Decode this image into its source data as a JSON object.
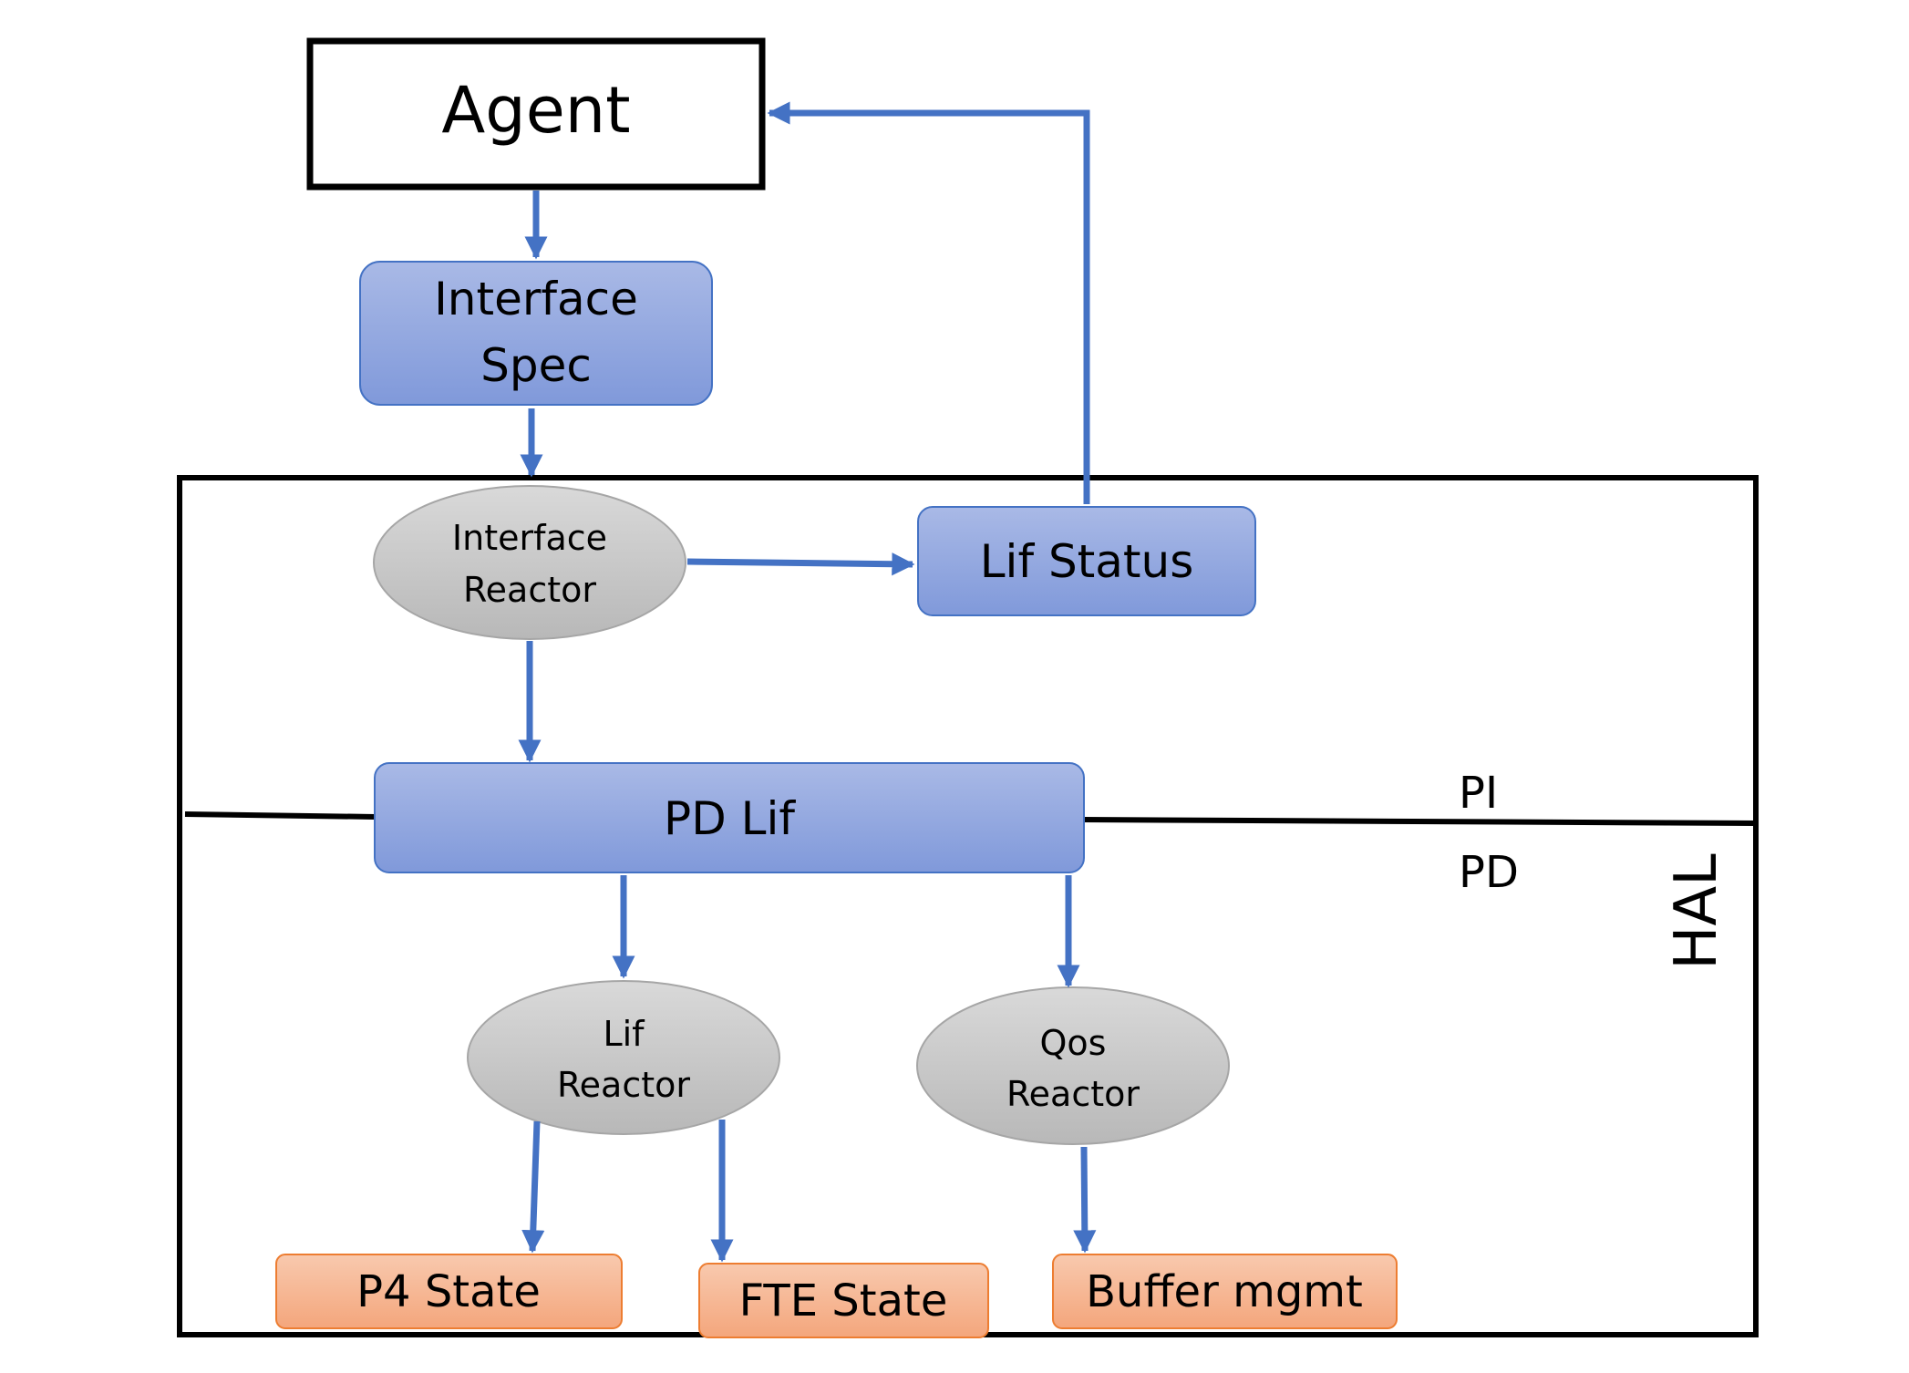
{
  "nodes": {
    "agent": {
      "label": "Agent"
    },
    "interface_spec": {
      "line1": "Interface",
      "line2": "Spec"
    },
    "interface_reactor": {
      "line1": "Interface",
      "line2": "Reactor"
    },
    "lif_status": {
      "label": "Lif Status"
    },
    "pd_lif": {
      "label": "PD Lif"
    },
    "lif_reactor": {
      "line1": "Lif",
      "line2": "Reactor"
    },
    "qos_reactor": {
      "line1": "Qos",
      "line2": "Reactor"
    },
    "p4_state": {
      "label": "P4 State"
    },
    "fte_state": {
      "label": "FTE State"
    },
    "buffer_mgmt": {
      "label": "Buffer mgmt"
    }
  },
  "labels": {
    "pi": "PI",
    "pd": "PD",
    "hal": "HAL"
  },
  "colors": {
    "arrow": "#4472C4",
    "blue_box_top": "#A9B9E6",
    "blue_box_bottom": "#8099DA",
    "blue_box_border": "#4472C4",
    "gray_ellipse_top": "#D9D9D9",
    "gray_ellipse_bottom": "#B8B8B8",
    "gray_ellipse_border": "#A6A6A6",
    "orange_box_top": "#F8C9AE",
    "orange_box_bottom": "#F4A67C",
    "orange_box_border": "#ED7D31",
    "frame": "#000000"
  }
}
